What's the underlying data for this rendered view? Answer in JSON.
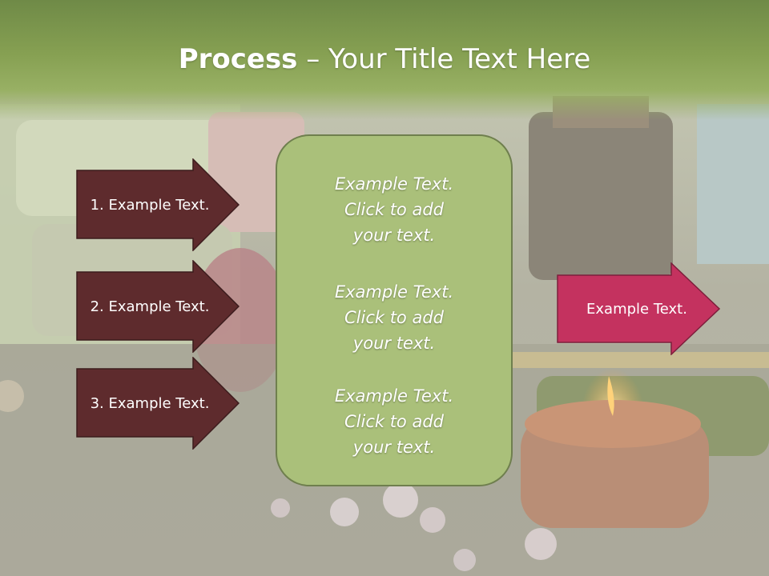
{
  "slide": {
    "title_bold": "Process",
    "title_rest": " – Your Title Text Here"
  },
  "left_steps": [
    {
      "label": "1. Example Text."
    },
    {
      "label": "2. Example Text."
    },
    {
      "label": "3. Example Text."
    }
  ],
  "center_box": {
    "items": [
      {
        "text": "Example Text.\nClick  to add\nyour text."
      },
      {
        "text": "Example Text.\nClick  to add\nyour text."
      },
      {
        "text": "Example Text.\nClick  to add\nyour text."
      }
    ]
  },
  "output": {
    "label": "Example Text."
  },
  "colors": {
    "title_band": "#86a052",
    "step_arrow": "#5e2b2d",
    "center_box": "#aac07a",
    "output_arrow": "#c4325f"
  }
}
